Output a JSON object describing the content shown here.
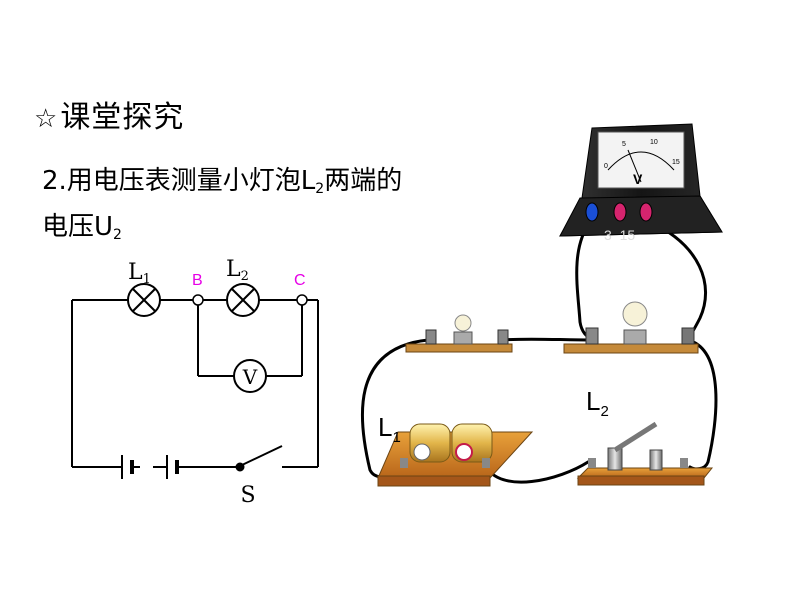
{
  "heading": {
    "star": "☆",
    "text": "课堂探究"
  },
  "task": {
    "line1_prefix": "2.用电压表测量小灯泡L",
    "line1_sub": "2",
    "line1_suffix": "两端的",
    "line2_prefix": "电压U",
    "line2_sub": "2"
  },
  "schematic": {
    "lamp1_label": "L",
    "lamp1_sub": "1",
    "lamp2_label": "L",
    "lamp2_sub": "2",
    "node_b": "B",
    "node_c": "C",
    "meter_symbol": "V",
    "switch_label": "S",
    "node_color": "#e600e6"
  },
  "apparatus": {
    "voltmeter_symbol": "V",
    "voltmeter_terminals": "3  15",
    "scale_marks": [
      "0",
      "5",
      "10",
      "15"
    ],
    "board_lamp1_label": "L",
    "board_lamp1_sub": "1",
    "board_lamp2_label": "L",
    "board_lamp2_sub": "2"
  }
}
